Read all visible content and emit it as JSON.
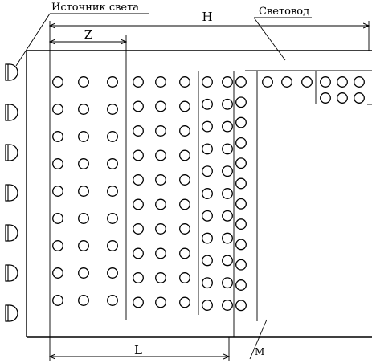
{
  "labels": {
    "light_source": "Источник света",
    "light_guide": "Световод",
    "dim_h": "H",
    "dim_z": "Z",
    "dim_l": "L",
    "dim_m": "M"
  },
  "structure": {
    "light_source_count": 7,
    "column_groups": [
      {
        "columns": 3,
        "rows": 9
      },
      {
        "columns": 3,
        "rows": 10
      },
      {
        "columns": 2,
        "rows": 11
      },
      {
        "columns": 1,
        "rows": 12
      },
      {
        "columns": 3,
        "rows": 1
      },
      {
        "columns": 3,
        "rows": 2
      }
    ]
  },
  "colors": {
    "line": "#000000",
    "background": "#ffffff"
  }
}
